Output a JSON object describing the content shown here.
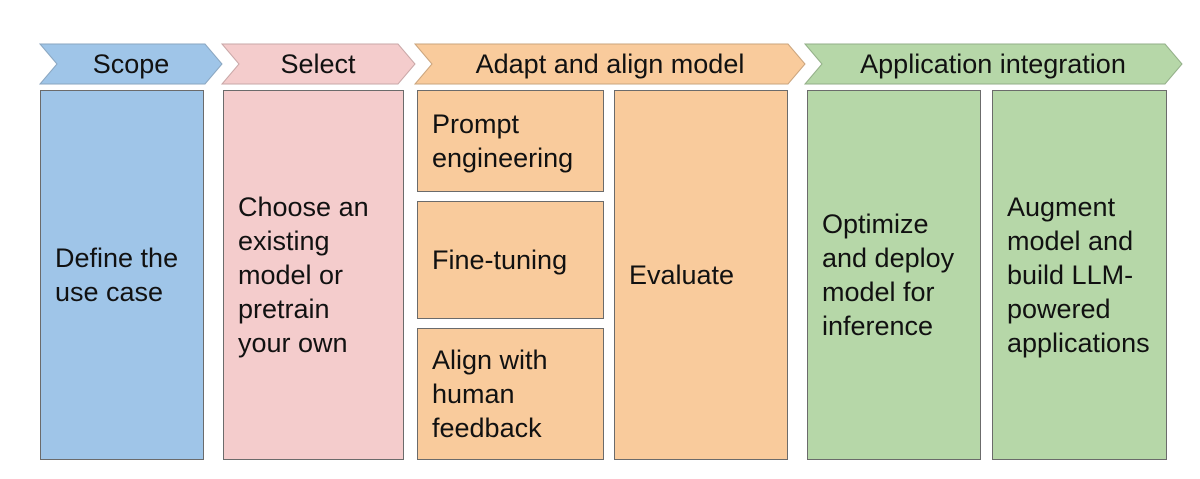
{
  "stages": [
    {
      "label": "Scope",
      "color": "#9fc5e8"
    },
    {
      "label": "Select",
      "color": "#f4cccc"
    },
    {
      "label": "Adapt and align model",
      "color": "#f9cb9c"
    },
    {
      "label": "Application integration",
      "color": "#b6d7a8"
    }
  ],
  "boxes": {
    "define": "Define the\nuse case",
    "choose": "Choose an\nexisting\nmodel or\npretrain\nyour own",
    "prompt": "Prompt\nengineering",
    "finetune": "Fine-tuning",
    "align": "Align with\nhuman\nfeedback",
    "evaluate": "Evaluate",
    "optimize": "Optimize\nand deploy\nmodel for\ninference",
    "augment": "Augment\nmodel and\nbuild LLM-\npowered\napplications"
  }
}
